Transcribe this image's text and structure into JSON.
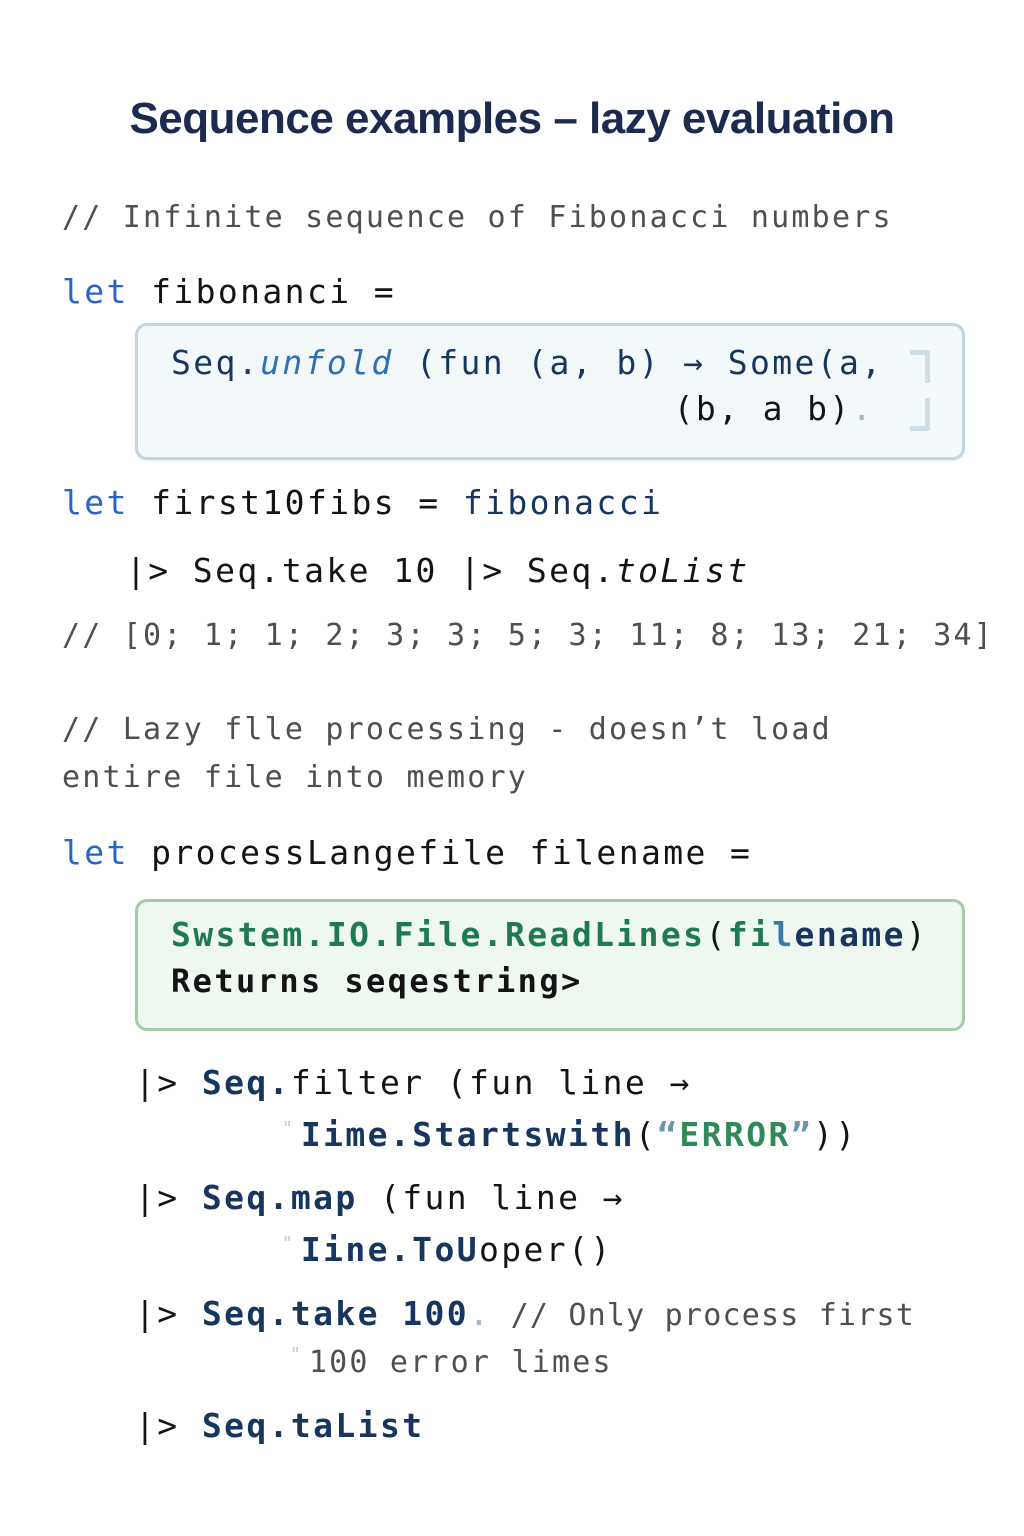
{
  "title": "Sequence examples – lazy evaluation",
  "colors": {
    "title_navy": "#1b2b4e",
    "keyword_blue": "#2666cc",
    "code_navy": "#17365f",
    "code_black": "#141414",
    "comment_gray": "#4f4f4f",
    "unfold_blue": "#2f6fb5",
    "teal_green": "#1f7a52",
    "error_green": "#2e8b57",
    "sage_green": "#6f9d7d",
    "box1_bg": "#f3f8fa",
    "box1_border": "#c2d6e0",
    "box2_bg": "#eff7f1",
    "box2_border": "#a3cba8"
  },
  "comment_infinite": "// Infinite sequence of Fibonacci numbers",
  "fib": {
    "kw": "let",
    "decl": " fibonanci ="
  },
  "box1": {
    "seq": "Seq.",
    "unfold": "unfold",
    "args": " (fun (a, b) → Some(a,",
    "cont": "(b, a b)",
    "dot": "."
  },
  "first10": {
    "kw": "let",
    "decl": " first10fibs = ",
    "value": "fibonacci"
  },
  "pipe_take": {
    "lead": "|> Seq.take 10 |> Seq.",
    "tolist": "toList"
  },
  "comment_result": "// [0; 1; 1; 2; 3; 3; 5; 3; 11; 8; 13; 21; 34]",
  "comment_lazy_line1": "// Lazy flle processing - doesn’t load",
  "comment_lazy_line2": "entire file into memory",
  "process": {
    "kw": "let",
    "decl": " processLangefile filename ="
  },
  "box2": {
    "path": "Swstem.IO.File.ReadLines",
    "paren_open": "(",
    "fname_a": "fi",
    "fname_b": "l",
    "fname_c": "ename",
    "paren_close": ")",
    "returns": "Returns seqestring>"
  },
  "filter": {
    "pipe": "|> ",
    "seq": "Seq.",
    "rest": "filter (fun line →"
  },
  "filter_body": {
    "tick": "\"",
    "fn": "Iime.Startswith",
    "paren_open": "(",
    "quote_open": "“",
    "error": "ERROR",
    "quote_close": "”",
    "close": "))"
  },
  "map": {
    "pipe": "|> ",
    "seq": "Seq.map",
    "rest": " (fun line →"
  },
  "map_body": {
    "tick": "\"",
    "navy": "Iine.ToU",
    "rest": "oper()"
  },
  "take": {
    "pipe": "|> ",
    "bold": "Seq.take 100",
    "dot": ".",
    "comment": " // Only process first"
  },
  "take_cont": {
    "tick": "\"",
    "text": "100 error limes"
  },
  "talist": {
    "pipe": "|> ",
    "text": "Seq.taList"
  }
}
